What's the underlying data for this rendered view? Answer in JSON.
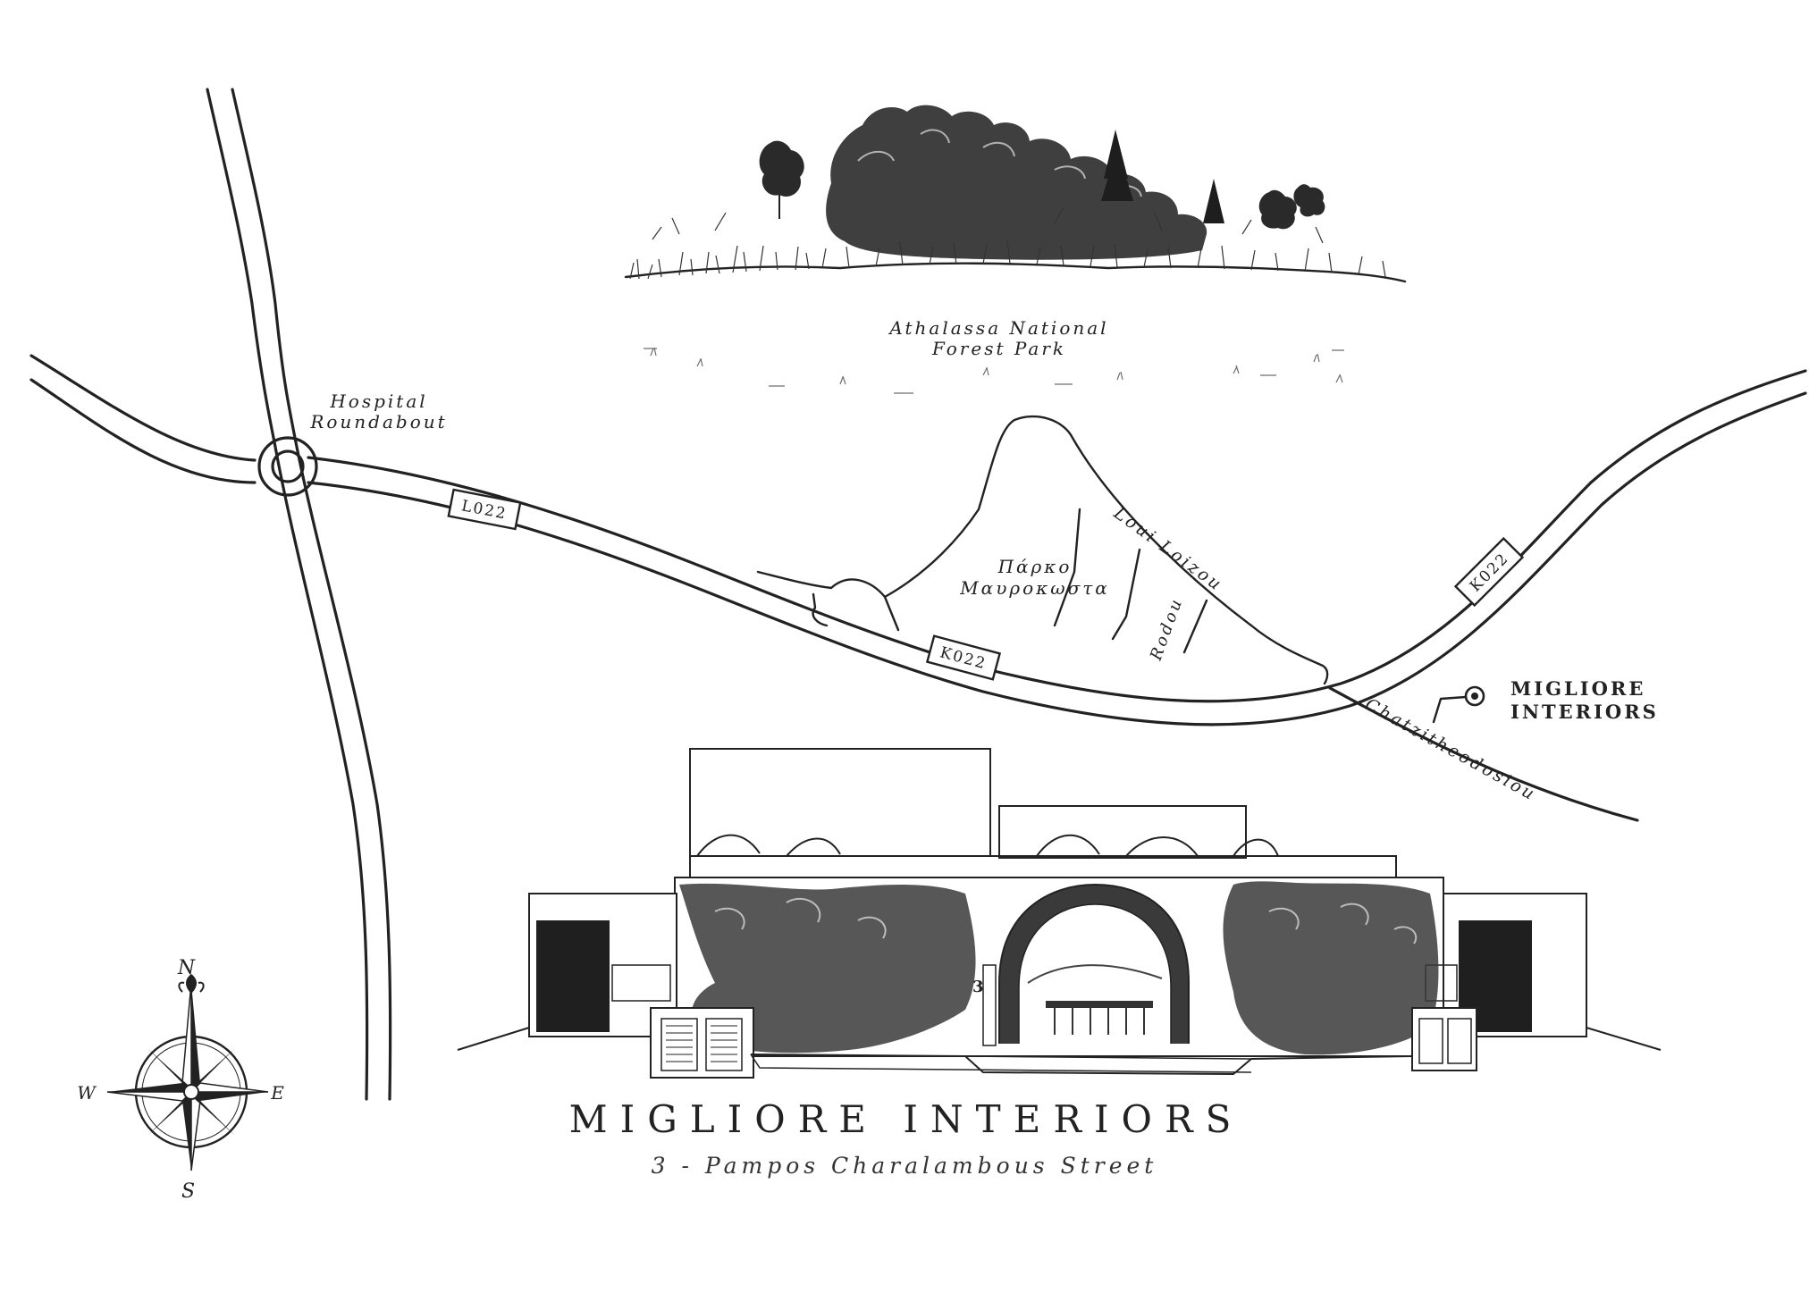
{
  "landmarks": {
    "park": [
      "Athalassa National",
      "Forest Park"
    ],
    "roundabout": [
      "Hospital",
      "Roundabout"
    ],
    "local_park": [
      "Πάρκο",
      "Μαυροκωστα"
    ],
    "destination": [
      "MIGLIORE",
      "INTERIORS"
    ]
  },
  "roads": {
    "l022": "L022",
    "k022_center": "K022",
    "k022_right": "K022",
    "loui_loizou": "Loui Loizou",
    "rodou": "Rodou",
    "chatzitheodosiou": "Chatzitheodosiou"
  },
  "building": {
    "number": "3"
  },
  "compass": {
    "north": "N",
    "south": "S",
    "east": "E",
    "west": "W"
  },
  "footer": {
    "title": "MIGLIORE INTERIORS",
    "address": "3 - Pampos Charalambous Street"
  }
}
